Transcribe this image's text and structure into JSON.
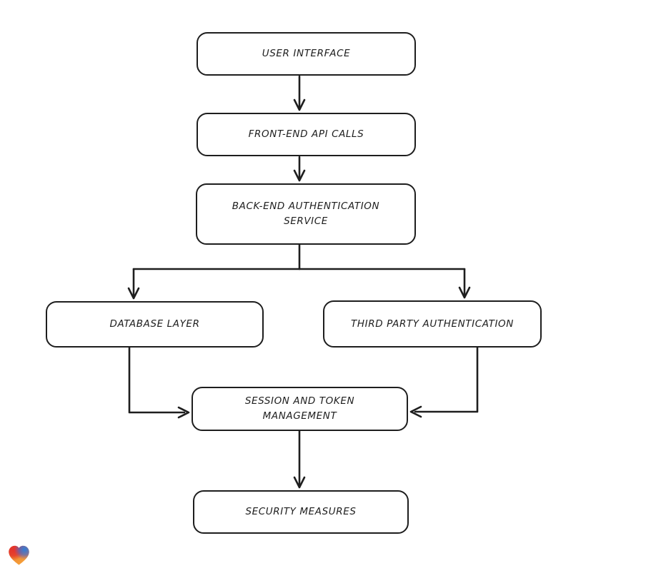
{
  "diagram": {
    "type": "flowchart",
    "direction": "top-down",
    "style": {
      "stroke_color": "#1e1e1e",
      "node_fill": "#ffffff",
      "background": "#ffffff"
    },
    "nodes": [
      {
        "id": "user-interface",
        "label": "USER INTERFACE"
      },
      {
        "id": "front-end-api-calls",
        "label": "FRONT-END API CALLS"
      },
      {
        "id": "back-end-authentication-service",
        "label": "BACK-END AUTHENTICATION\nSERVICE"
      },
      {
        "id": "database-layer",
        "label": "DATABASE LAYER"
      },
      {
        "id": "third-party-authentication",
        "label": "THIRD PARTY AUTHENTICATION"
      },
      {
        "id": "session-and-token-management",
        "label": "SESSION AND TOKEN\nMANAGEMENT"
      },
      {
        "id": "security-measures",
        "label": "SECURITY MEASURES"
      }
    ],
    "edges": [
      {
        "from": "user-interface",
        "to": "front-end-api-calls"
      },
      {
        "from": "front-end-api-calls",
        "to": "back-end-authentication-service"
      },
      {
        "from": "back-end-authentication-service",
        "to": "database-layer"
      },
      {
        "from": "back-end-authentication-service",
        "to": "third-party-authentication"
      },
      {
        "from": "database-layer",
        "to": "session-and-token-management"
      },
      {
        "from": "third-party-authentication",
        "to": "session-and-token-management"
      },
      {
        "from": "session-and-token-management",
        "to": "security-measures"
      }
    ]
  },
  "watermark": {
    "name": "gradient-heart-logo",
    "colors": {
      "red": "#e5332b",
      "blue": "#2e7ed8",
      "orange": "#f6a13a"
    }
  }
}
